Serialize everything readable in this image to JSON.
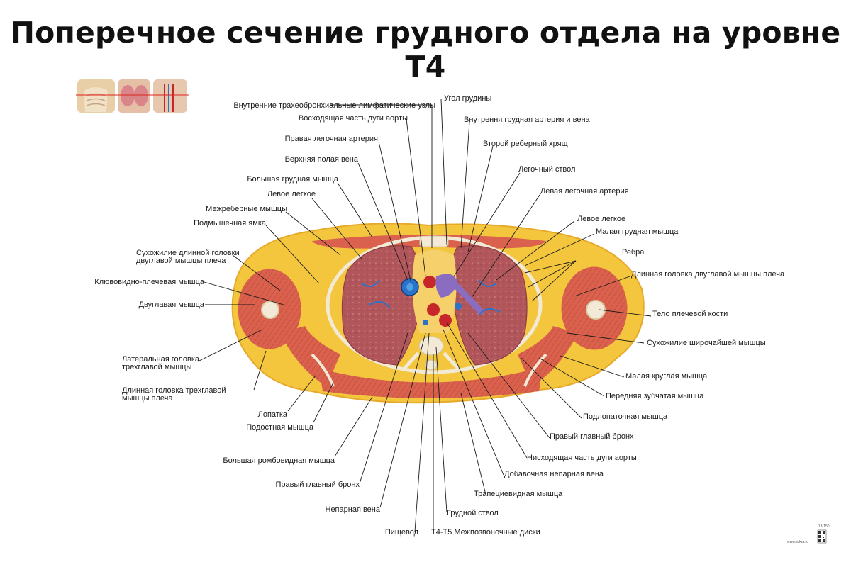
{
  "title": "Поперечное сечение грудного отдела на уровне T4",
  "labels": {
    "left": {
      "l1": "Внутренние трахеобронхиальные лимфатические узлы",
      "l2": "Восходящая часть дуги аорты",
      "l3": "Правая легочная артерия",
      "l4": "Верхняя полая вена",
      "l5": "Большая грудная мышца",
      "l6": "Левое легкое",
      "l7": "Межреберные мышцы",
      "l8": "Подмышечная ямка",
      "l9a": "Сухожилие длинной головки",
      "l9b": "двуглавой мышцы плеча",
      "l10": "Клювовидно-плечевая мышца",
      "l11": "Двуглавая мышца",
      "l12a": "Латеральная головка",
      "l12b": "трехглавой мышцы",
      "l13a": "Длинная головка трехглавой",
      "l13b": "мышцы плеча",
      "l14": "Лопатка",
      "l15": "Подостная мышца",
      "l16": "Большая ромбовидная мышца",
      "l17": "Правый главный бронх",
      "l18": "Непарная вена",
      "l19": "Пищевод"
    },
    "right": {
      "r1": "Угол грудины",
      "r2": "Внутрення грудная артерия и вена",
      "r3": "Второй реберный хрящ",
      "r4": "Легочный ствол",
      "r5": "Левая легочная артерия",
      "r6": "Левое легкое",
      "r7": "Малая грудная мышца",
      "r8": "Ребра",
      "r9": "Длинная головка двуглавой мышцы плеча",
      "r10": "Тело плечевой кости",
      "r11": "Сухожилие широчайшей мышцы",
      "r12": "Малая круглая мышца",
      "r13": "Передняя зубчатая мышца",
      "r14": "Подлопаточная мышца",
      "r15": "Правый главный бронх",
      "r16": "Нисходящая часть дуги аорты",
      "r17": "Добавочная непарная вена",
      "r18": "Трапециевидная мышца",
      "r19": "Грудной ствол",
      "r20": "T4-T5 Межпозвоночные диски"
    }
  },
  "corner": {
    "code": "13-150",
    "site": "www.sokra.ru"
  },
  "colors": {
    "fat": "#f3c63d",
    "fat_light": "#f8dc6a",
    "muscle": "#d9614d",
    "muscle_dark": "#b8432f",
    "lung": "#b1575c",
    "bone": "#f2ead6",
    "artery": "#c7262b",
    "vein": "#2a73c9",
    "trunk": "#8a6cc0"
  }
}
